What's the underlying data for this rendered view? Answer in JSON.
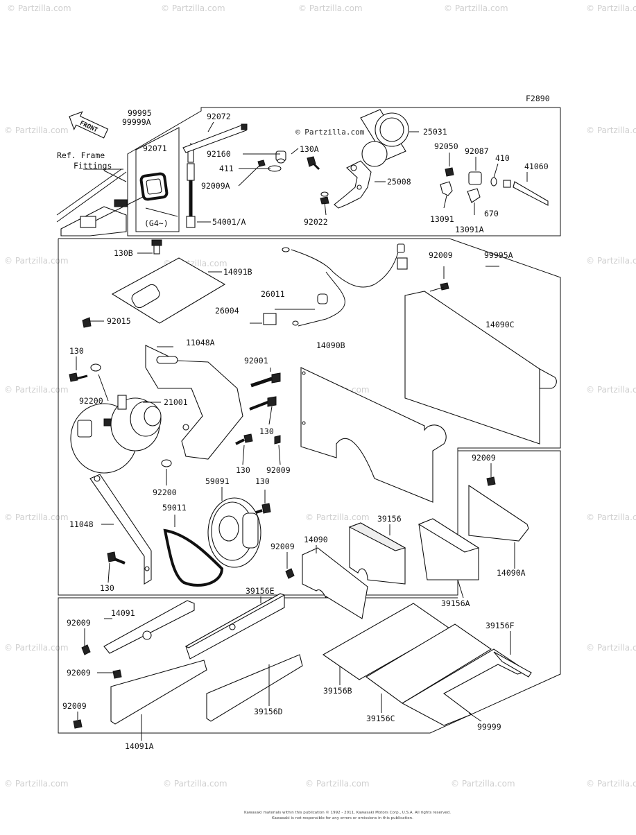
{
  "figure_code": "F2890",
  "front_label": "FRONT",
  "ref_note": {
    "line1": "Ref. Frame",
    "line2": "Fittings"
  },
  "copyright_overlay": "© Partzilla.com",
  "watermark": "© Partzilla.com",
  "footer": {
    "line1": "Kawasaki materials within this publication © 1992 - 2011, Kawasaki Motors Corp., U.S.A. All rights reserved.",
    "line2": "Kawasaki is not responsible for any errors or omissions in this publication."
  },
  "callouts": {
    "c99995": "99995",
    "c99999A": "99999A",
    "c92072": "92072",
    "c92071": "92071",
    "cG4": "(G4~)",
    "c92160": "92160",
    "c130A": "130A",
    "c411": "411",
    "c92009A": "92009A",
    "c54001": "54001/A",
    "c25031": "25031",
    "c25008": "25008",
    "c92022": "92022",
    "c92050": "92050",
    "c92087": "92087",
    "c410": "410",
    "c41060": "41060",
    "c13091": "13091",
    "c670": "670",
    "c13091A": "13091A",
    "c130B": "130B",
    "c14091B": "14091B",
    "c26011": "26011",
    "c26004": "26004",
    "c92009a": "92009",
    "c99995A": "99995A",
    "c14090C": "14090C",
    "c92015": "92015",
    "c11048A": "11048A",
    "c14090B": "14090B",
    "c130a": "130",
    "c92001": "92001",
    "c92200a": "92200",
    "c21001": "21001",
    "c130b": "130",
    "c130c": "130",
    "c92009b": "92009",
    "c92200b": "92200",
    "c59091": "59091",
    "c130d": "130",
    "c59011": "59011",
    "c11048": "11048",
    "c130e": "130",
    "c92009c": "92009",
    "c14090": "14090",
    "c39156": "39156",
    "c92009d": "92009",
    "c14090A": "14090A",
    "c39156A": "39156A",
    "c39156E": "39156E",
    "c14091": "14091",
    "c92009e": "92009",
    "c92009f": "92009",
    "c39156F": "39156F",
    "c39156B": "39156B",
    "c39156C": "39156C",
    "c39156D": "39156D",
    "c92009g": "92009",
    "c14091A": "14091A",
    "c99999": "99999"
  }
}
